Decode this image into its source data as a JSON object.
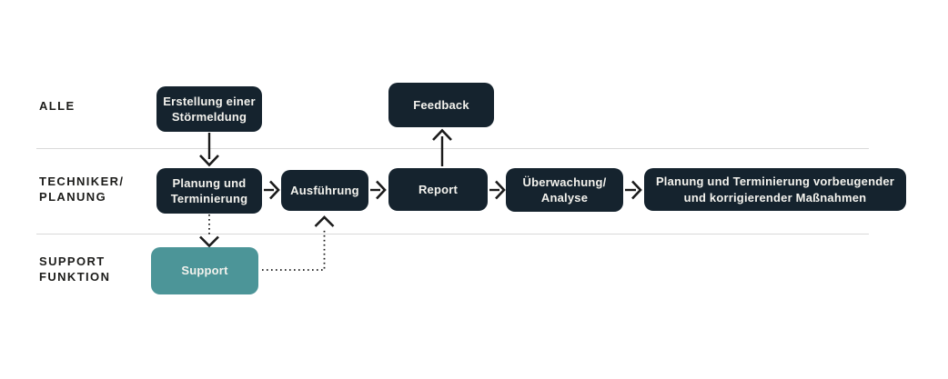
{
  "colors": {
    "background": "#ffffff",
    "node_dark": "#15232e",
    "node_teal": "#4c9598",
    "node_text": "#f3f2ed",
    "lane_label_text": "#1c1c1a",
    "divider": "#d9d9d9",
    "arrow": "#1b1b1b"
  },
  "lanes": [
    {
      "id": "alle",
      "line1": "ALLE",
      "line2": ""
    },
    {
      "id": "techniker-planung",
      "line1": "TECHNIKER/",
      "line2": "PLANUNG"
    },
    {
      "id": "support-funktion",
      "line1": "SUPPORT",
      "line2": "FUNKTION"
    }
  ],
  "nodes": {
    "erstellung": {
      "label": "Erstellung einer Störmeldung",
      "lane": "alle",
      "color": "dark"
    },
    "feedback": {
      "label": "Feedback",
      "lane": "alle",
      "color": "dark"
    },
    "planung": {
      "label": "Planung und Terminierung",
      "lane": "techniker-planung",
      "color": "dark"
    },
    "ausfuehrung": {
      "label": "Ausführung",
      "lane": "techniker-planung",
      "color": "dark"
    },
    "report": {
      "label": "Report",
      "lane": "techniker-planung",
      "color": "dark"
    },
    "ueberwachung": {
      "label": "Überwachung/ Analyse",
      "lane": "techniker-planung",
      "color": "dark"
    },
    "massnahmen": {
      "label": "Planung und Terminierung vorbeugender und korrigierender Maßnahmen",
      "lane": "techniker-planung",
      "color": "dark"
    },
    "support": {
      "label": "Support",
      "lane": "support-funktion",
      "color": "teal"
    }
  },
  "edges": [
    {
      "from": "erstellung",
      "to": "planung",
      "style": "solid"
    },
    {
      "from": "planung",
      "to": "ausfuehrung",
      "style": "solid"
    },
    {
      "from": "ausfuehrung",
      "to": "report",
      "style": "solid"
    },
    {
      "from": "report",
      "to": "feedback",
      "style": "solid"
    },
    {
      "from": "report",
      "to": "ueberwachung",
      "style": "solid"
    },
    {
      "from": "ueberwachung",
      "to": "massnahmen",
      "style": "solid"
    },
    {
      "from": "planung",
      "to": "support",
      "style": "dotted"
    },
    {
      "from": "support",
      "to": "ausfuehrung",
      "style": "dotted"
    }
  ]
}
